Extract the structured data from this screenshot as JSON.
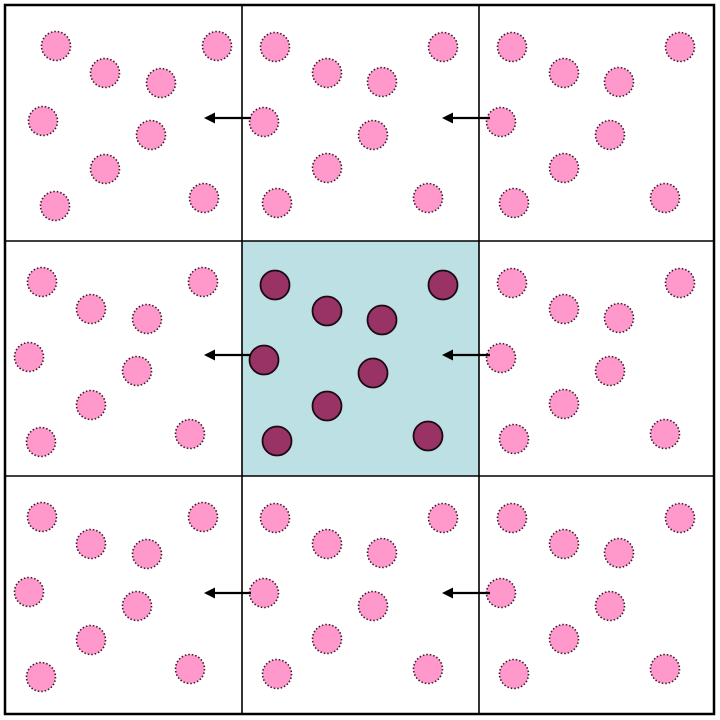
{
  "colors": {
    "background": "#ffffff",
    "grid_line": "#000000",
    "center_fill": "#bce0e4",
    "image_particle_fill": "#ff99cc",
    "image_particle_stroke": "#3a1a2a",
    "central_particle_fill": "#993366",
    "central_particle_stroke": "#1a0a12",
    "arrow": "#000000"
  },
  "grid": {
    "rows": 3,
    "cols": 3,
    "center_cell": [
      1,
      1
    ]
  },
  "particles": {
    "count_per_cell": 9,
    "center_style": "solid-outline",
    "image_style": "dotted-outline"
  },
  "arrows": {
    "direction": "left",
    "per_row": 2
  }
}
